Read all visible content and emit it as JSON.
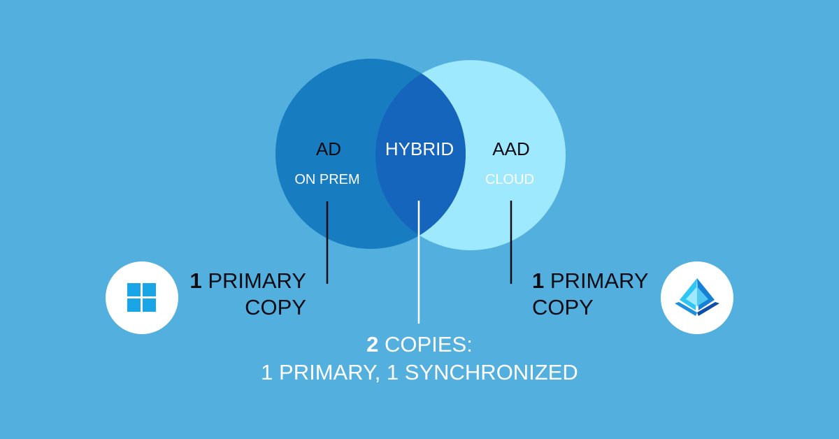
{
  "colors": {
    "background": "#53b0de",
    "ad_circle": "#187cc0",
    "aad_circle": "#9fe9ff",
    "hybrid": "#1565bd",
    "dark_text": "#0b0b14",
    "light_text": "#ffffff"
  },
  "ad": {
    "title": "AD",
    "subtitle": "ON PREM"
  },
  "hybrid": {
    "title": "HYBRID"
  },
  "aad": {
    "title": "AAD",
    "subtitle": "CLOUD"
  },
  "left_note": {
    "count": "1",
    "line1": "PRIMARY",
    "line2": "COPY"
  },
  "right_note": {
    "count": "1",
    "line1": "PRIMARY",
    "line2": "COPY"
  },
  "center_note": {
    "count": "2",
    "line1": "COPIES:",
    "line2": "1 PRIMARY, 1 SYNCHRONIZED"
  },
  "icons": {
    "left": "windows-logo-icon",
    "right": "azure-ad-pyramid-icon"
  }
}
